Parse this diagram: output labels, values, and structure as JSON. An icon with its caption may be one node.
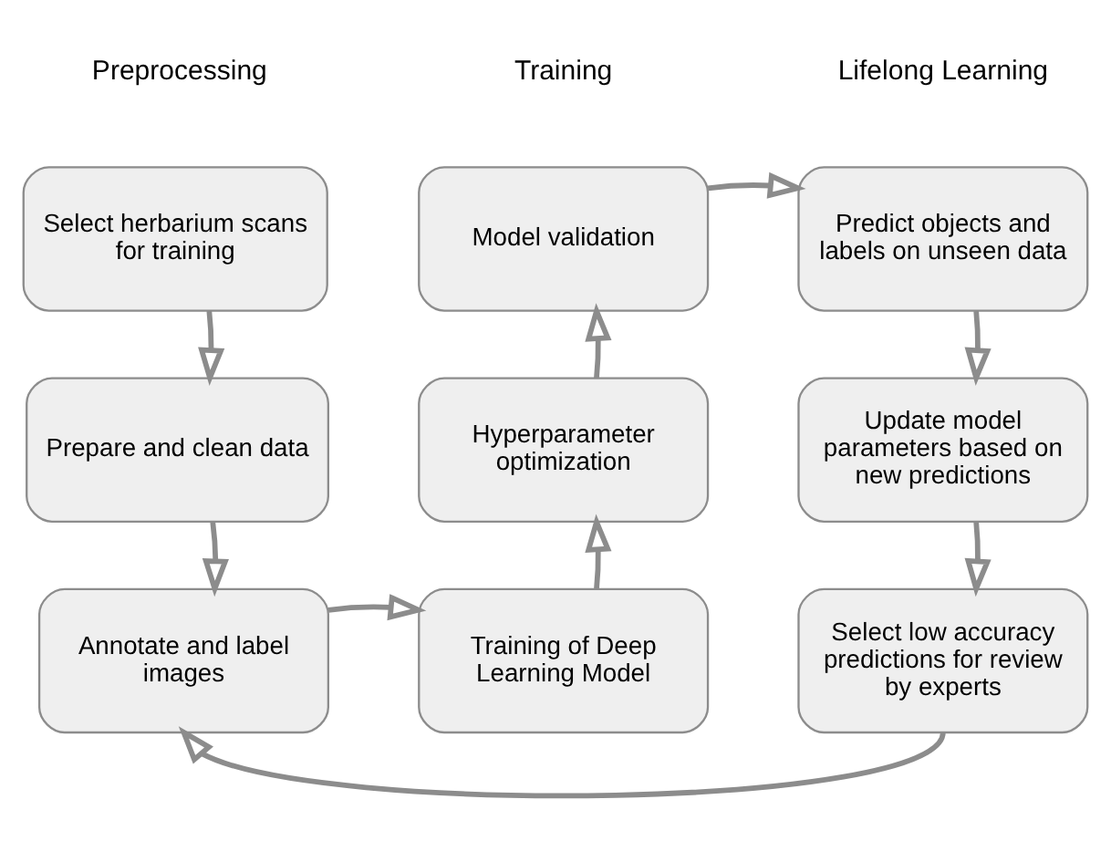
{
  "diagram": {
    "nodes": [
      {
        "text": [
          "Select herbarium scans for training"
        ]
      },
      {
        "text": [
          "Prepare and clean data"
        ]
      },
      {
        "text": [
          "Annotate and label images"
        ]
      },
      {
        "text": [
          "Model validation"
        ]
      },
      {
        "text": [
          "Hyperparameter optimization"
        ]
      },
      {
        "text": [
          "Training of Deep Learning Model"
        ]
      },
      {
        "text": [
          "Predict objects and labels on unseen data"
        ]
      },
      {
        "text": [
          "Update model parameters based on new predictions"
        ]
      },
      {
        "text": [
          "Select low accuracy predictions for review by experts"
        ]
      }
    ],
    "edges": [
      {
        "from": 0,
        "to": 1,
        "arrow": "to"
      },
      {
        "from": 1,
        "to": 2,
        "arrow": "to"
      },
      {
        "from": 2,
        "to": 5,
        "arrow": "to"
      },
      {
        "from": 5,
        "to": 4,
        "arrow": "to"
      },
      {
        "from": 4,
        "to": 3,
        "arrow": "to"
      },
      {
        "from": 3,
        "to": 6,
        "arrow": "to"
      },
      {
        "from": 6,
        "to": 7,
        "arrow": "to"
      },
      {
        "from": 7,
        "to": 8,
        "arrow": "to"
      },
      {
        "from": 8,
        "to": 2,
        "arrow": "to"
      }
    ],
    "labels": [
      "Preprocessing",
      "Training",
      "Lifelong Learning"
    ]
  }
}
